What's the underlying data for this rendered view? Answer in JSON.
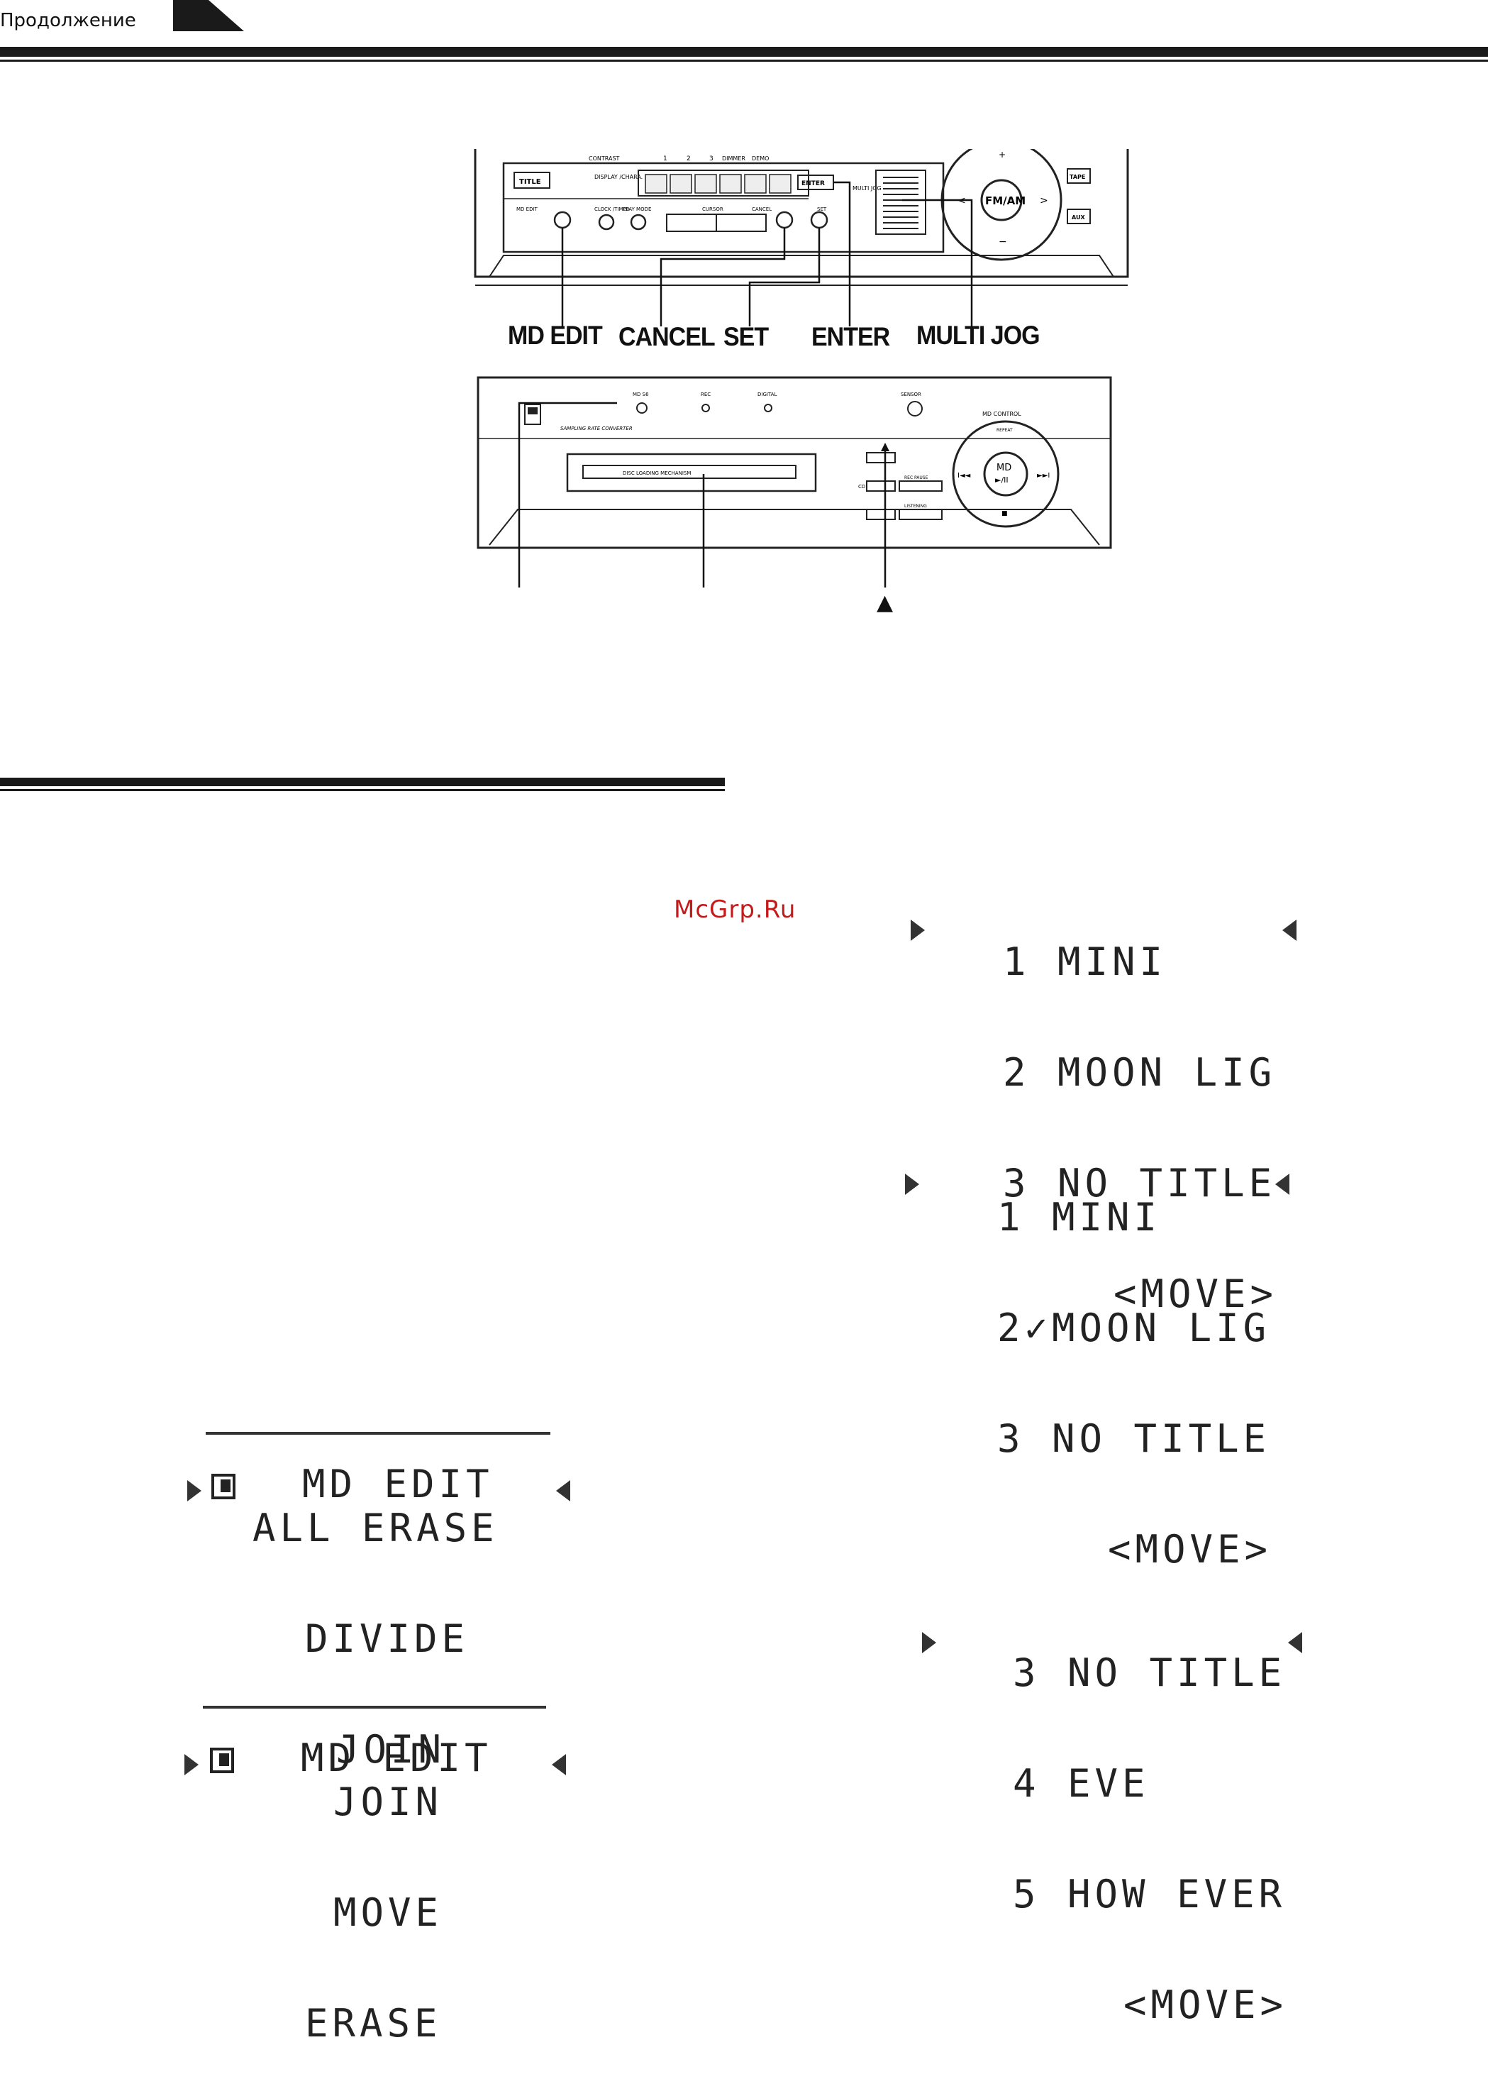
{
  "header": {
    "label": "Продолжение"
  },
  "watermark": "McGrp.Ru",
  "panel_top": {
    "callouts": {
      "md_edit": "MD EDIT",
      "cancel": "CANCEL",
      "set": "SET",
      "enter": "ENTER",
      "multi_jog": "MULTI JOG"
    },
    "labels": {
      "contrast": "CONTRAST",
      "n1": "1",
      "n2": "2",
      "n3": "3",
      "dimmer": "DIMMER",
      "demo": "DEMO",
      "title": "TITLE",
      "display_chara": "DISPLAY /CHARA.",
      "enter_btn": "ENTER",
      "multi_jog": "MULTI JOG",
      "md_edit_btn": "MD EDIT",
      "clock_timer": "CLOCK /TIMER",
      "play_mode": "PLAY MODE",
      "cursor": "CURSOR",
      "cancel_btn": "CANCEL",
      "set_btn": "SET",
      "fm_am": "FM/AM",
      "plus": "+",
      "minus": "−",
      "left": "<",
      "right": ">",
      "tape": "TAPE",
      "aux": "AUX"
    }
  },
  "panel_bottom": {
    "labels": {
      "md_s": "MD S6",
      "rec": "REC",
      "digital": "DIGITAL",
      "sensor": "SENSOR",
      "md_control": "MD CONTROL",
      "repeat": "REPEAT",
      "sampling": "SAMPLING RATE CONVERTER",
      "mechanism": "DISC LOADING MECHANISM",
      "cd": "CD",
      "rec_pause": "REC PAUSE",
      "listening": "LISTENING",
      "md_btn": "MD",
      "play_pause": "►/II",
      "prev": "I◄◄",
      "next": "►►I",
      "stop": "■"
    },
    "eject_symbol": "▲"
  },
  "screens": {
    "move_step1": {
      "lines": [
        "1 MINI",
        "2 MOON LIG",
        "3 NO TITLE",
        "<MOVE>"
      ]
    },
    "move_step2": {
      "lines": [
        "1 MINI",
        "2✓MOON LIG",
        "3 NO TITLE",
        "<MOVE>"
      ]
    },
    "move_step3": {
      "lines": [
        "3 NO TITLE",
        "4 EVE",
        "5 HOW EVER",
        "<MOVE>"
      ]
    },
    "edit_menu1": {
      "header": "MD EDIT",
      "lines": [
        "ALL ERASE",
        "DIVIDE",
        "JOIN"
      ]
    },
    "edit_menu2": {
      "header": "MD EDIT",
      "lines": [
        "JOIN",
        "MOVE",
        "ERASE"
      ]
    }
  }
}
